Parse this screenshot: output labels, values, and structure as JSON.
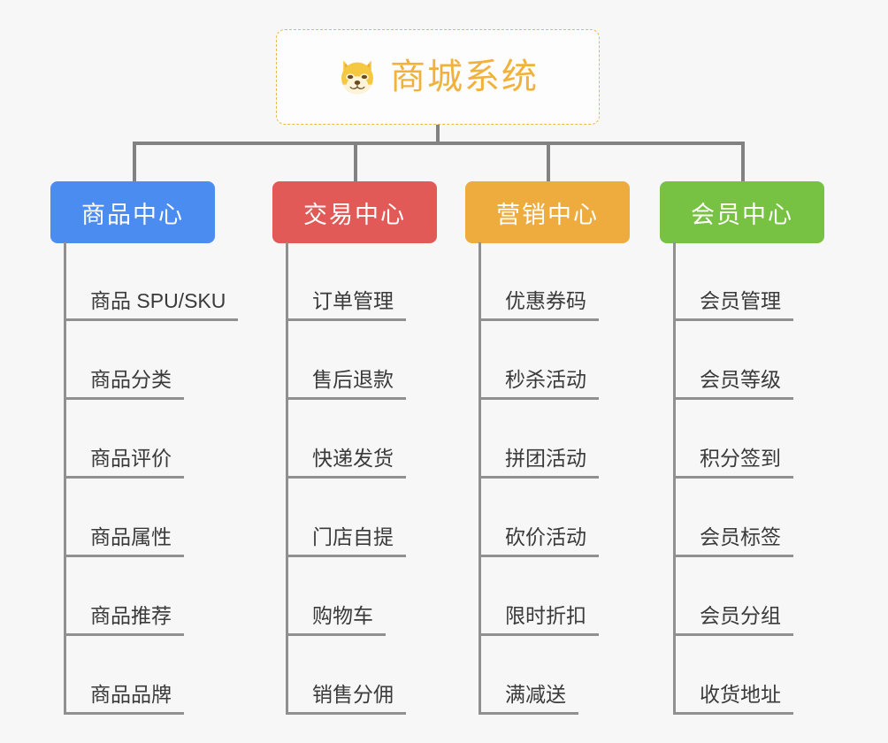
{
  "root": {
    "title": "商城系统",
    "icon": "shiba-dog-icon",
    "color": "#f0b23c",
    "border_color": "#e8b94a"
  },
  "categories": [
    {
      "label": "商品中心",
      "color": "#4a8cf0",
      "items": [
        "商品 SPU/SKU",
        "商品分类",
        "商品评价",
        "商品属性",
        "商品推荐",
        "商品品牌"
      ]
    },
    {
      "label": "交易中心",
      "color": "#e15a58",
      "items": [
        "订单管理",
        "售后退款",
        "快递发货",
        "门店自提",
        "购物车",
        "销售分佣"
      ]
    },
    {
      "label": "营销中心",
      "color": "#eeab3e",
      "items": [
        "优惠券码",
        "秒杀活动",
        "拼团活动",
        "砍价活动",
        "限时折扣",
        "满减送"
      ]
    },
    {
      "label": "会员中心",
      "color": "#77c242",
      "items": [
        "会员管理",
        "会员等级",
        "积分签到",
        "会员标签",
        "会员分组",
        "收货地址"
      ]
    }
  ],
  "line_color": "#828282",
  "leaf_line_color": "#909090",
  "background": "#f7f7f7"
}
